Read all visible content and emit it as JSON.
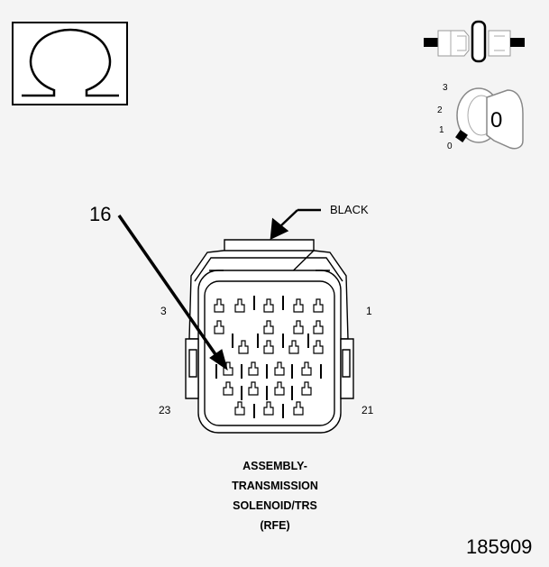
{
  "connector": {
    "color_label": "BLACK",
    "callout_pin": "16",
    "pin_labels": {
      "top_left": "3",
      "top_right": "1",
      "bottom_left": "23",
      "bottom_right": "21"
    },
    "title_lines": [
      "ASSEMBLY-",
      "TRANSMISSION",
      "SOLENOID/TRS",
      "(RFE)"
    ]
  },
  "ignition_key": {
    "positions": [
      "3",
      "2",
      "1",
      "0"
    ],
    "key_label": "0"
  },
  "icons": {
    "resistance": "ohm-icon",
    "disconnected": "disconnected-connector-icon",
    "ignition": "ignition-key-icon"
  },
  "figure_id": "185909"
}
